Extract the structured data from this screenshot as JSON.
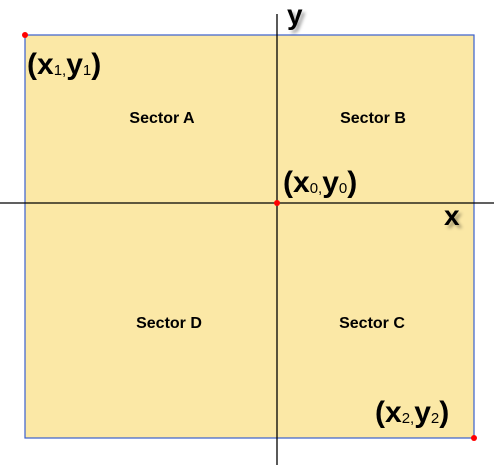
{
  "colors": {
    "region_fill": "#fbe8a6",
    "region_border": "#3a5fcd",
    "axis": "#000000",
    "point": "#ff0000"
  },
  "axes": {
    "x_name": "x",
    "y_name": "y"
  },
  "sectors": [
    {
      "id": "a",
      "label": "Sector A"
    },
    {
      "id": "b",
      "label": "Sector B"
    },
    {
      "id": "c",
      "label": "Sector C"
    },
    {
      "id": "d",
      "label": "Sector D"
    }
  ],
  "points": [
    {
      "id": "p1",
      "open": "(",
      "x": "x",
      "x_sub": "1",
      "sep": ",",
      "y": "y",
      "y_sub": "1",
      "close": ")"
    },
    {
      "id": "p0",
      "open": "(",
      "x": "x",
      "x_sub": "0",
      "sep": ",",
      "y": "y",
      "y_sub": "0",
      "close": ")"
    },
    {
      "id": "p2",
      "open": "(",
      "x": "x",
      "x_sub": "2",
      "sep": ",",
      "y": "y",
      "y_sub": "2",
      "close": ")"
    }
  ]
}
